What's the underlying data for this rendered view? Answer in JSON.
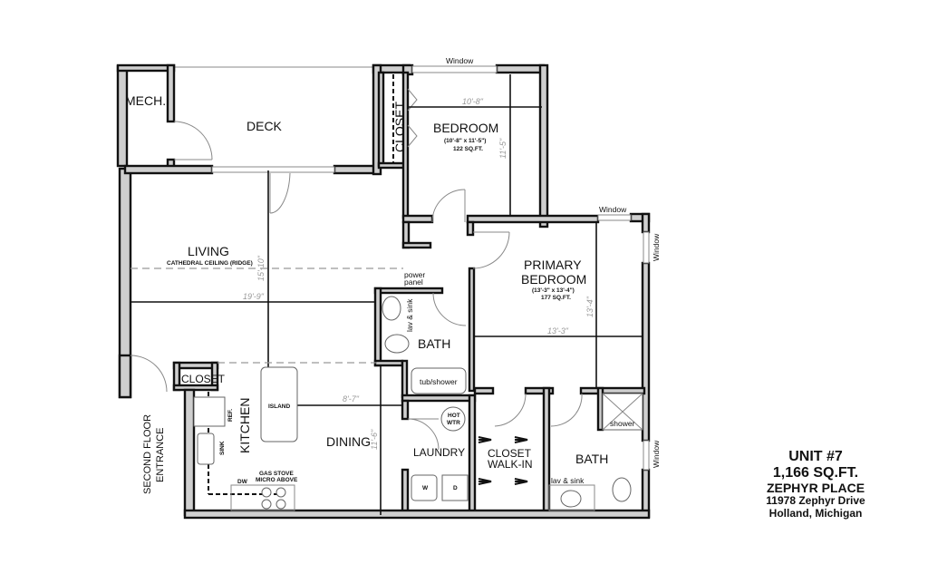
{
  "plan": {
    "rooms": {
      "mech": "MECH.",
      "deck": "DECK",
      "closet_bedroom": "CLOSET",
      "bedroom": "BEDROOM",
      "bedroom_size": "(10'-8\" x 11'-5\")",
      "bedroom_sqft": "122 SQ.FT.",
      "living": "LIVING",
      "living_note": "CATHEDRAL CEILING (RIDGE)",
      "primary_bedroom_line1": "PRIMARY",
      "primary_bedroom_line2": "BEDROOM",
      "primary_size": "(13'-3\" x 13'-4\")",
      "primary_sqft": "177 SQ.FT.",
      "bath1": "BATH",
      "bath2": "BATH",
      "closet_entry": "CLOSET",
      "kitchen": "KITCHEN",
      "island": "ISLAND",
      "dining": "DINING",
      "laundry": "LAUNDRY",
      "walkin_line1": "CLOSET",
      "walkin_line2": "WALK-IN",
      "entrance_line1": "SECOND FLOOR",
      "entrance_line2": "ENTRANCE"
    },
    "fixtures": {
      "power_panel_line1": "power",
      "power_panel_line2": "panel",
      "lav_sink_1": "lav & sink",
      "lav_sink_2": "lav & sink",
      "tub_shower": "tub/shower",
      "hot_wtr_line1": "HOT",
      "hot_wtr_line2": "WTR",
      "shower": "shower",
      "washer": "W",
      "dryer": "D",
      "ref": "REF.",
      "sink": "SINK",
      "dw": "DW",
      "stove_line1": "GAS STOVE",
      "stove_line2": "MICRO ABOVE"
    },
    "windows": {
      "bedroom_top": "Window",
      "primary_top": "Window",
      "primary_right": "Window",
      "bath_right": "Window"
    },
    "dimensions": {
      "bedroom_width": "10'-8\"",
      "bedroom_depth": "11'-5\"",
      "living_width": "19'-9\"",
      "living_depth": "15'-10\"",
      "primary_width": "13'-3\"",
      "primary_depth": "13'-4\"",
      "dining_width": "8'-7\"",
      "dining_depth": "11'-6\""
    }
  },
  "title_block": {
    "unit": "UNIT #7",
    "area": "1,166 SQ.FT.",
    "property": "ZEPHYR PLACE",
    "street": "11978 Zephyr Drive",
    "city": "Holland, Michigan"
  }
}
